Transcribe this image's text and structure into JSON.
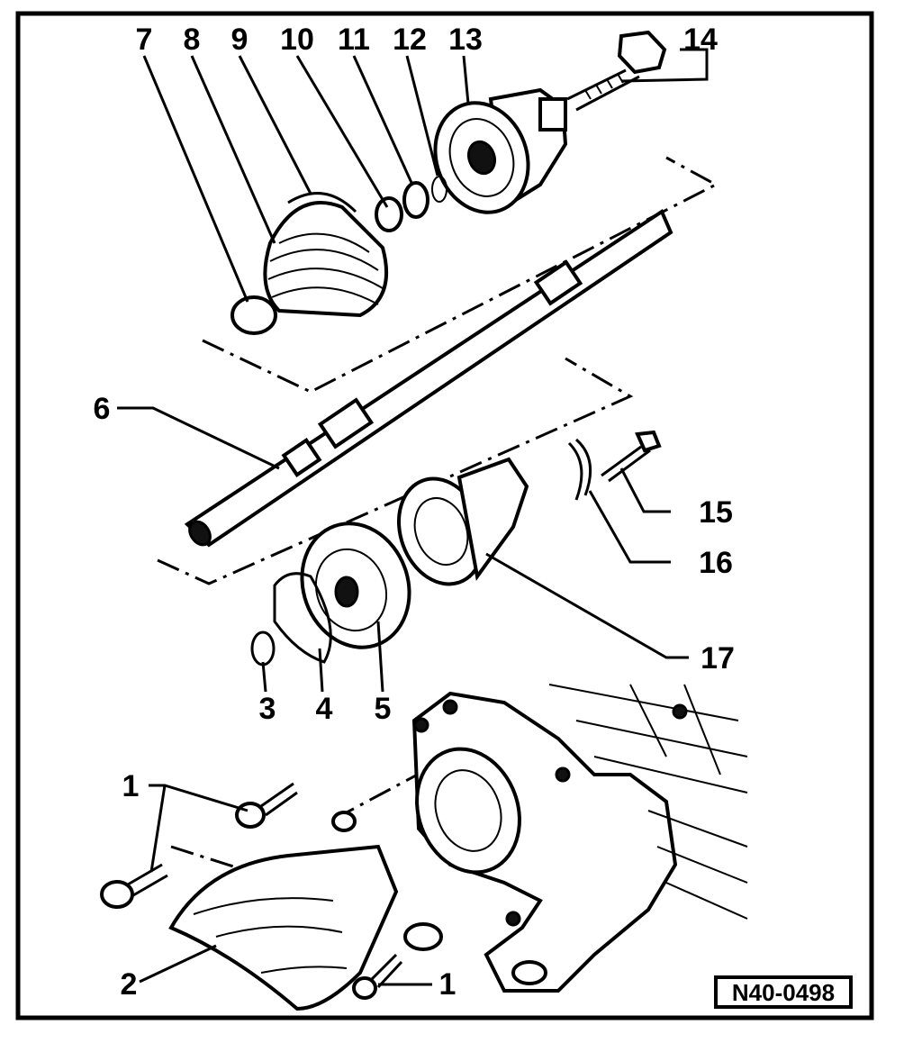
{
  "diagram": {
    "reference_code": "N40-0498",
    "callouts": {
      "c1": "1",
      "c2": "2",
      "c3": "3",
      "c4": "4",
      "c5": "5",
      "c6": "6",
      "c7": "7",
      "c8": "8",
      "c9": "9",
      "c10": "10",
      "c11": "11",
      "c12": "12",
      "c13": "13",
      "c14": "14",
      "c15": "15",
      "c16": "16",
      "c17": "17"
    }
  }
}
